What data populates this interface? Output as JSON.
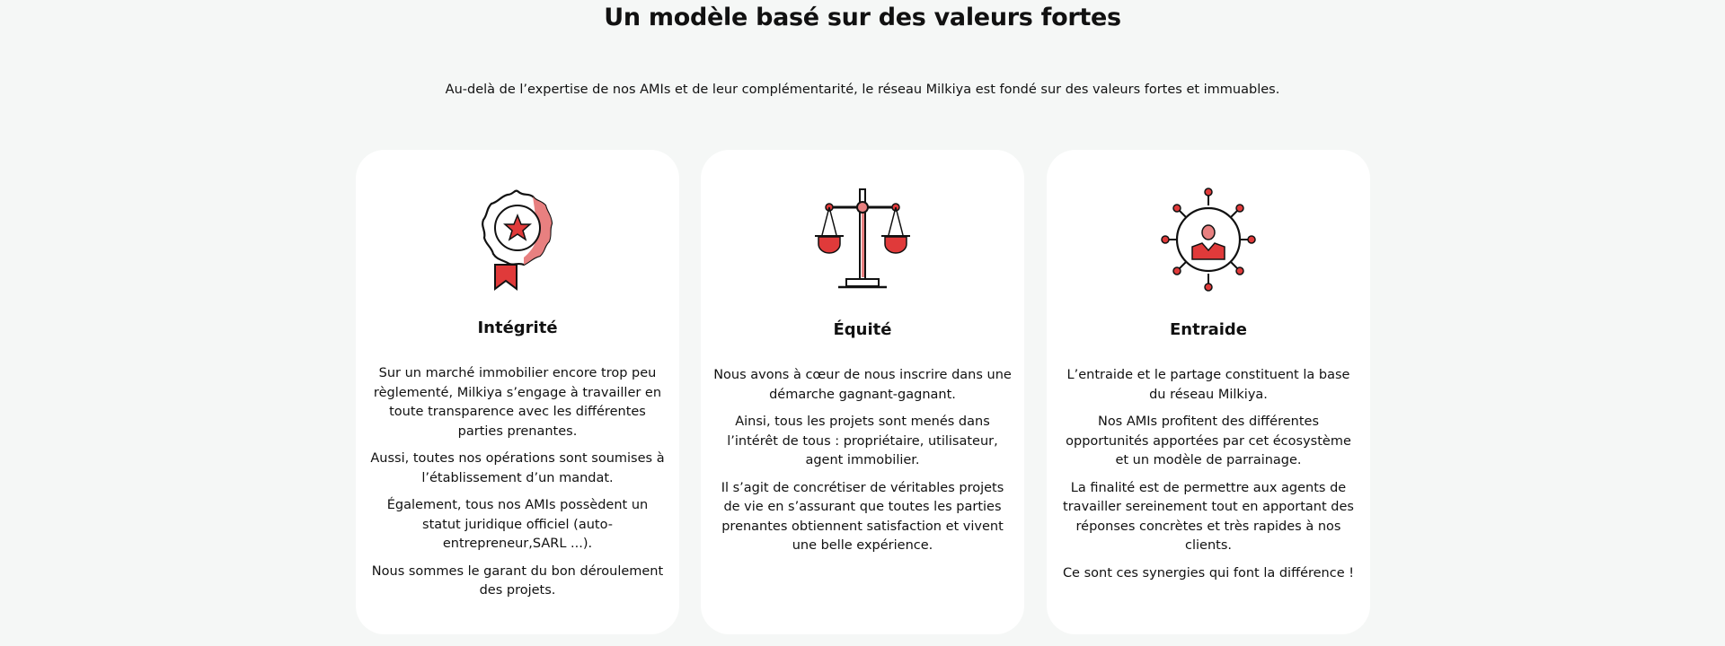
{
  "title": "Un modèle basé sur des valeurs fortes",
  "subtitle": "Au-delà de l’expertise de nos AMIs et de leur complémentarité, le réseau Milkiya est fondé sur des valeurs fortes et immuables.",
  "accent": "#e03a3a",
  "cards": [
    {
      "icon": "award-badge-icon",
      "title": "Intégrité",
      "paragraphs": [
        "Sur un marché immobilier encore trop peu règlementé, Milkiya s’engage à travailler en toute transparence avec les différentes parties prenantes.",
        "Aussi, toutes nos opérations sont soumises à l’établissement d’un mandat.",
        "Également, tous nos AMIs possèdent un statut juridique officiel (auto-entrepreneur,SARL ...).",
        "Nous sommes le garant du bon déroulement des projets."
      ]
    },
    {
      "icon": "scales-icon",
      "title": "Équité",
      "paragraphs": [
        "Nous avons à cœur de nous inscrire dans une démarche gagnant-gagnant.",
        "Ainsi, tous les projets sont menés dans l’intérêt de tous : propriétaire, utilisateur, agent immobilier.",
        "Il s’agit de concrétiser de véritables projets de vie en s’assurant que toutes les parties prenantes obtiennent satisfaction et vivent une belle expérience."
      ]
    },
    {
      "icon": "network-person-icon",
      "title": "Entraide",
      "paragraphs": [
        "L’entraide et le partage constituent la base du réseau Milkiya.",
        "Nos AMIs profitent des différentes opportunités apportées par cet écosystème et un modèle de parrainage.",
        "La finalité est de permettre aux agents de travailler sereinement tout en apportant des réponses concrètes et très rapides à nos clients.",
        "Ce sont ces synergies qui font la différence !"
      ]
    }
  ]
}
